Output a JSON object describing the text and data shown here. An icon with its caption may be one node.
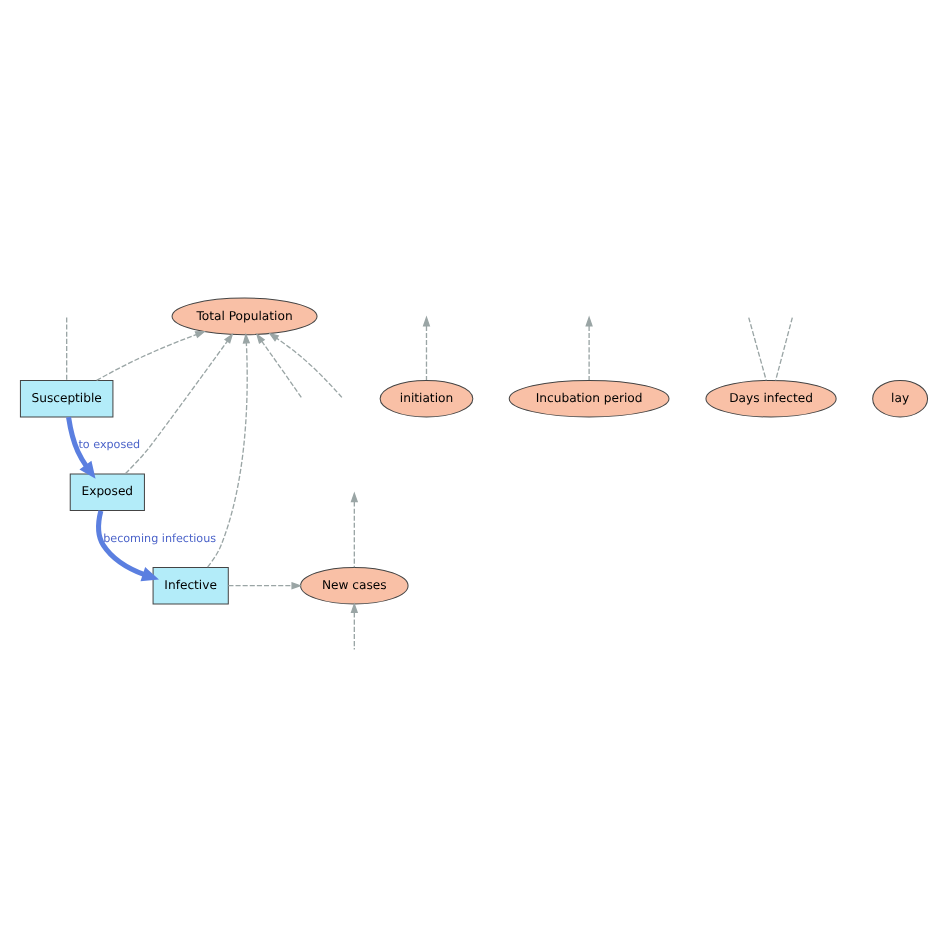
{
  "diagram": {
    "nodes": [
      {
        "text": [
          "Total Population"
        ]
      },
      {
        "text": [
          "initiation"
        ]
      },
      {
        "text": [
          "Susceptible"
        ]
      },
      {
        "text": [
          "Exposed"
        ]
      },
      {
        "text": [
          "New cases"
        ]
      },
      {
        "text": [
          "Infective"
        ]
      },
      {
        "text": [
          "Incubation period"
        ]
      },
      {
        "text": [
          "Days infected"
        ]
      },
      {
        "text": [
          "lay"
        ]
      }
    ],
    "edges": [
      {
        "from": 2,
        "to": 3,
        "arrow": "to",
        "label": "to exposed",
        "style": "thick",
        "color": "#5b7fe0"
      },
      {
        "from": 3,
        "to": 5,
        "arrow": "to",
        "label": "becoming infectious",
        "style": "thick",
        "color": "#5b7fe0"
      },
      {
        "from": null,
        "to": 0,
        "arrow": "to",
        "style": "dashed"
      },
      {
        "from": 2,
        "to": 0,
        "arrow": "to",
        "style": "dashed"
      },
      {
        "from": 3,
        "to": 0,
        "arrow": "to",
        "style": "dashed"
      },
      {
        "from": 5,
        "to": 0,
        "arrow": "to",
        "style": "dashed"
      },
      {
        "from": null,
        "to": 0,
        "arrow": "to",
        "style": "dashed"
      },
      {
        "from": null,
        "to": 2,
        "arrow": "none",
        "style": "dashed"
      },
      {
        "from": 1,
        "to": null,
        "arrow": "to",
        "style": "dashed"
      },
      {
        "from": 4,
        "to": null,
        "arrow": "to",
        "style": "dashed"
      },
      {
        "from": 5,
        "to": 4,
        "arrow": "to",
        "style": "dashed"
      },
      {
        "from": 6,
        "to": null,
        "arrow": "to",
        "style": "dashed"
      },
      {
        "from": 7,
        "to": null,
        "arrow": "none",
        "style": "dashed"
      },
      {
        "from": 7,
        "to": null,
        "arrow": "none",
        "style": "dashed"
      },
      {
        "from": null,
        "to": 4,
        "arrow": "to",
        "style": "dashed"
      }
    ]
  }
}
